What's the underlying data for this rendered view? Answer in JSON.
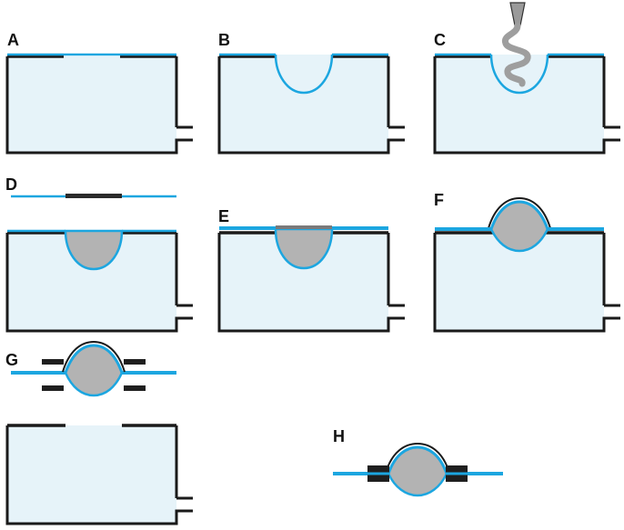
{
  "panels": [
    {
      "label": "A"
    },
    {
      "label": "B"
    },
    {
      "label": "C"
    },
    {
      "label": "D"
    },
    {
      "label": "E"
    },
    {
      "label": "F"
    },
    {
      "label": "G"
    },
    {
      "label": "H"
    }
  ],
  "colors": {
    "membrane": "#1ca6e0",
    "chamber_fill": "#e6f3f9",
    "chamber_wall": "#1a1a1a",
    "polymer": "#b3b3b3",
    "clamp": "#1f1f1f",
    "nozzle": "#9a9a9a"
  }
}
